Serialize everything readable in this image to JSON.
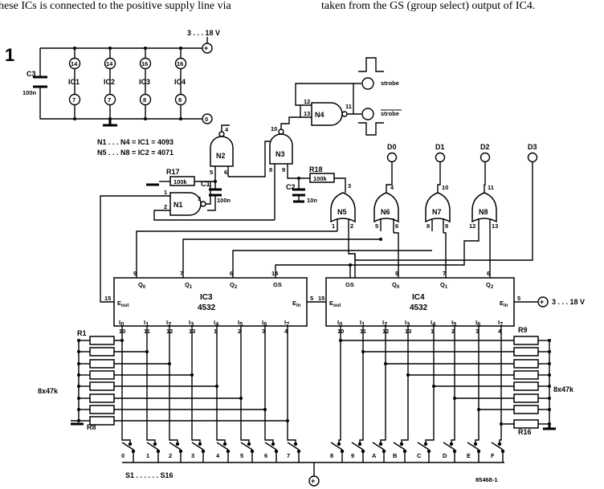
{
  "header": {
    "left": "hese ICs is connected to the positive supply line via",
    "right": "taken from the GS (group select) output of IC4."
  },
  "figure": {
    "number": "1",
    "code": "85468-1"
  },
  "supply": {
    "top": "3 . . . 18 V",
    "right": "3 . . . 18 V",
    "plus": "+",
    "zero": "0"
  },
  "power_table": {
    "cap": "C3",
    "cap_value": "100n",
    "chips": [
      {
        "name": "IC1",
        "vcc": "14",
        "gnd": "7"
      },
      {
        "name": "IC2",
        "vcc": "14",
        "gnd": "7"
      },
      {
        "name": "IC3",
        "vcc": "16",
        "gnd": "8"
      },
      {
        "name": "IC4",
        "vcc": "16",
        "gnd": "8"
      }
    ]
  },
  "legend": {
    "line1": "N1 . . . N4 = IC1 = 4093",
    "line2": "N5 . . . N8 = IC2 = 4071"
  },
  "gates": {
    "N1": "N1",
    "N2": "N2",
    "N3": "N3",
    "N4": "N4",
    "N5": "N5",
    "N6": "N6",
    "N7": "N7",
    "N8": "N8"
  },
  "parts": {
    "R17": "R17",
    "R17v": "100k",
    "C1": "C1",
    "C1v": "100n",
    "R18": "R18",
    "R18v": "100k",
    "C2": "C2",
    "C2v": "10n",
    "R1": "R1",
    "R8": "R8",
    "R9": "R9",
    "R16": "R16",
    "array": "8x47k",
    "switches": "S1 . . . . . . S16"
  },
  "outputs": {
    "strobe": "strobe",
    "strobe_bar": "strobe",
    "data": [
      "D0",
      "D1",
      "D2",
      "D3"
    ]
  },
  "ic3": {
    "name": "IC3",
    "type": "4532",
    "outputs": [
      {
        "l": "0",
        "pin": "9"
      },
      {
        "l": "1",
        "pin": "7"
      },
      {
        "l": "2",
        "pin": "6"
      }
    ],
    "gs": "GS",
    "gs_pin": "14",
    "eout": "out",
    "eout_pin": "15",
    "ein": "in",
    "ein_pin": "5",
    "inputs": [
      {
        "l": "0",
        "pin": "10"
      },
      {
        "l": "1",
        "pin": "11"
      },
      {
        "l": "2",
        "pin": "12"
      },
      {
        "l": "3",
        "pin": "13"
      },
      {
        "l": "4",
        "pin": "1"
      },
      {
        "l": "5",
        "pin": "2"
      },
      {
        "l": "6",
        "pin": "3"
      },
      {
        "l": "7",
        "pin": "4"
      }
    ]
  },
  "ic4": {
    "name": "IC4",
    "type": "4532",
    "outputs": [
      {
        "l": "0",
        "pin": "9"
      },
      {
        "l": "1",
        "pin": "7"
      },
      {
        "l": "2",
        "pin": "6"
      }
    ],
    "gs": "GS",
    "eout": "out",
    "eout_pin": "15",
    "ein": "in",
    "ein_pin": "5",
    "inputs": [
      {
        "l": "0",
        "pin": "10"
      },
      {
        "l": "1",
        "pin": "11"
      },
      {
        "l": "2",
        "pin": "12"
      },
      {
        "l": "3",
        "pin": "13"
      },
      {
        "l": "4",
        "pin": "1"
      },
      {
        "l": "5",
        "pin": "2"
      },
      {
        "l": "6",
        "pin": "3"
      },
      {
        "l": "7",
        "pin": "4"
      }
    ]
  },
  "letters": {
    "E": "E",
    "I": "I",
    "Q": "Q"
  },
  "switch_labels": [
    "0",
    "1",
    "2",
    "3",
    "4",
    "5",
    "6",
    "7",
    "8",
    "9",
    "A",
    "B",
    "C",
    "D",
    "E",
    "F"
  ],
  "pins": {
    "n1_in1": "1",
    "n1_in2": "2",
    "n1_out": "3",
    "n2_top": "4",
    "n2_a": "5",
    "n2_b": "6",
    "n3_top": "10",
    "n3_a": "8",
    "n3_b": "9",
    "n4_a": "12",
    "n4_b": "13",
    "n4_out": "11",
    "n5_out": "3",
    "n5_a": "1",
    "n5_b": "2",
    "n6_out": "4",
    "n6_a": "5",
    "n6_b": "6",
    "n7_out": "10",
    "n7_a": "8",
    "n7_b": "9",
    "n8_out": "11",
    "n8_a": "12",
    "n8_b": "13"
  }
}
